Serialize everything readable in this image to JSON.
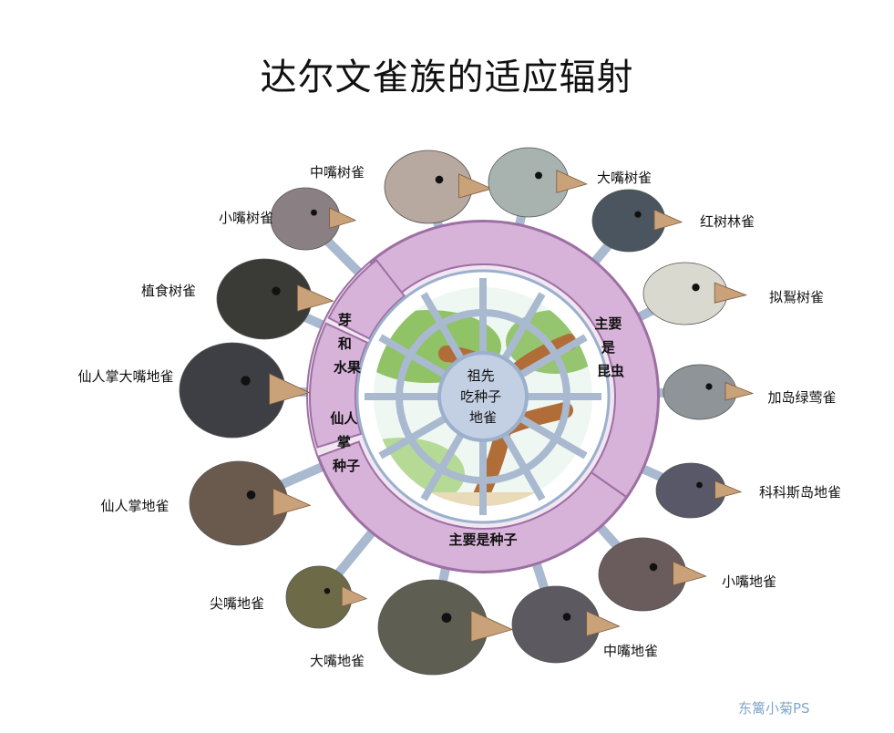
{
  "title": "达尔文雀族的适应辐射",
  "center": {
    "lines": [
      "祖先",
      "吃种子",
      "地雀"
    ]
  },
  "diet_groups": [
    {
      "label_lines": [
        "主要",
        "是",
        "昆虫"
      ]
    },
    {
      "label_lines": [
        "主要是种子"
      ]
    },
    {
      "label_lines": [
        "仙人",
        "掌",
        "种子"
      ]
    },
    {
      "label_lines": [
        "芽",
        "和",
        "水果"
      ]
    }
  ],
  "birds": [
    {
      "label": "中嘴树雀",
      "color": "#b7a8a0"
    },
    {
      "label": "大嘴树雀",
      "color": "#a8b3b0"
    },
    {
      "label": "红树林雀",
      "color": "#4a5560"
    },
    {
      "label": "拟鴷树雀",
      "color": "#d9d9d0"
    },
    {
      "label": "加岛绿莺雀",
      "color": "#8e9497"
    },
    {
      "label": "科科斯岛地雀",
      "color": "#585868"
    },
    {
      "label": "小嘴地雀",
      "color": "#6a5c5c"
    },
    {
      "label": "中嘴地雀",
      "color": "#5c5a60"
    },
    {
      "label": "大嘴地雀",
      "color": "#5f5e52"
    },
    {
      "label": "尖嘴地雀",
      "color": "#6d6a48"
    },
    {
      "label": "仙人掌地雀",
      "color": "#6a5a4e"
    },
    {
      "label": "仙人掌大嘴地雀",
      "color": "#3e3f45"
    },
    {
      "label": "植食树雀",
      "color": "#3a3a36"
    },
    {
      "label": "小嘴树雀",
      "color": "#8a7f82"
    }
  ],
  "watermark": "东篱小菊PS",
  "colors": {
    "band": "#d7b2d9",
    "band_stroke": "#9d70a3",
    "spoke": "#a9b9cf",
    "center": "#c3cfe3",
    "tree_green": "#7fb84e",
    "trunk": "#b06d38"
  }
}
